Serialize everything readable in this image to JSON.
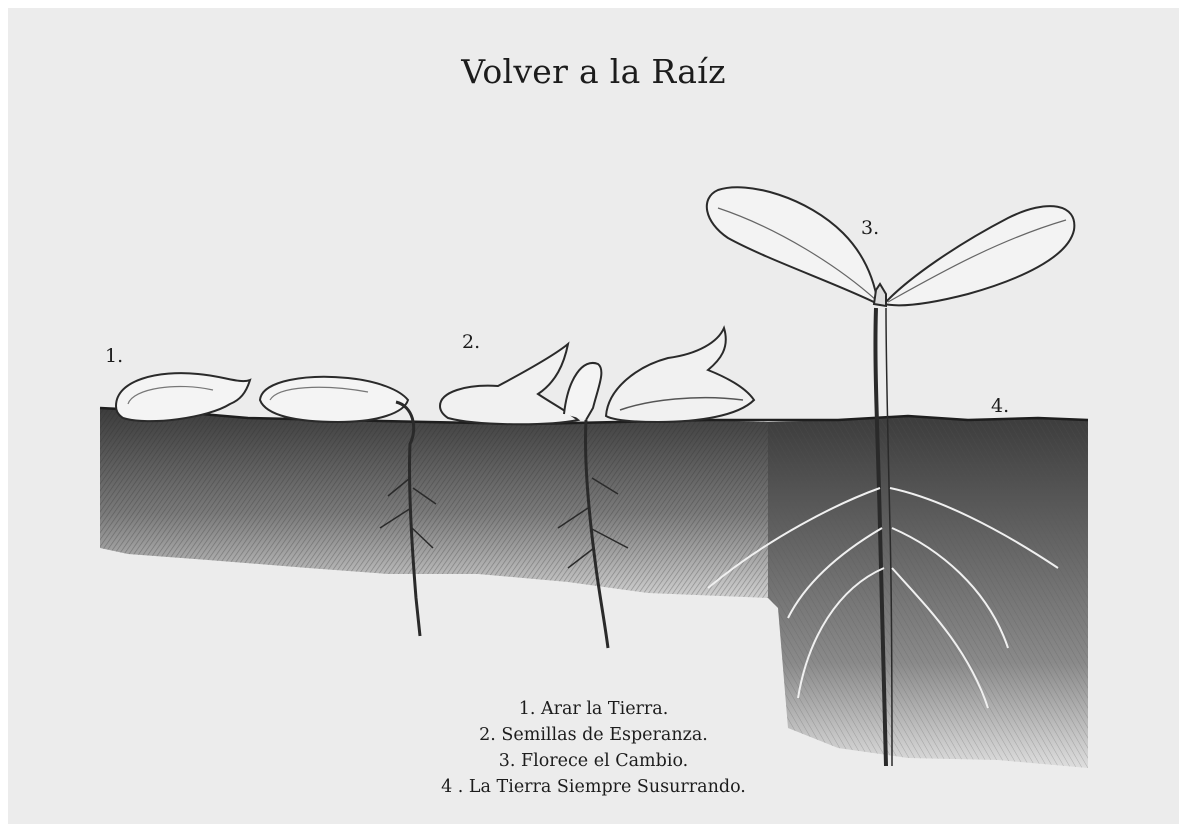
{
  "title": "Volver a la Raíz",
  "stage_labels": [
    "1.",
    "2.",
    "3.",
    "4."
  ],
  "legend": [
    "1. Arar la Tierra.",
    "2. Semillas de Esperanza.",
    "3. Florece el Cambio.",
    "4 . La Tierra Siempre Susurrando."
  ],
  "colors": {
    "background": "#ececec",
    "ink": "#1c1c1c",
    "soil_dark": "#4a4a4a",
    "soil_light": "#9a9a9a"
  }
}
